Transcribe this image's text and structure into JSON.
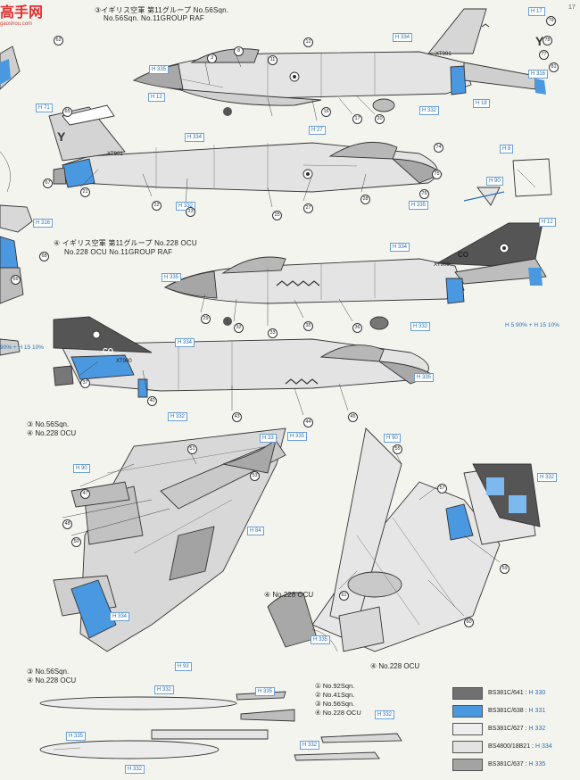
{
  "watermark": {
    "text": "高手网",
    "sub": "gaoshou.com"
  },
  "sections": {
    "s3_title_jp": "③イギリス空軍 第11グループ No.56Sqn.",
    "s3_title_en1": "No.56Sqn. No.11GROUP RAF",
    "s4_title_jp": "④ イギリス空軍 第11グループ No.228 OCU",
    "s4_title_en1": "No.228 OCU No.11GROUP RAF",
    "mid_label_1": "③ No.56Sqn.",
    "mid_label_2": "④ No.228 OCU",
    "bottom_label_1": "③ No.56Sqn.",
    "bottom_label_2": "④ No.228 OCU",
    "inset_label_1": "④ No.228 OCU",
    "inset_label_2": "④ No.228 OCU"
  },
  "serials": {
    "s3": "XT901",
    "s4": "XT900"
  },
  "tail_codes": {
    "s3": "Y",
    "s4": "CO"
  },
  "percent_note": "H 5 90% + H 15 10%",
  "percent_note_left": "90% + H 15 10%",
  "markers": [
    "① No.92Sqn.",
    "② No.41Sqn.",
    "③ No.56Sqn.",
    "④ No.228 OCU"
  ],
  "legend": [
    {
      "code": "BS381C/641",
      "h": "H 330",
      "color": "#707070"
    },
    {
      "code": "BS381C/638",
      "h": "H 331",
      "color": "#4a98e0"
    },
    {
      "code": "BS381C/627",
      "h": "H 332",
      "color": "#eeeeee"
    },
    {
      "code": "BS4800/18B21",
      "h": "H 334",
      "color": "#e3e3e3"
    },
    {
      "code": "BS381C/637",
      "h": "H 335",
      "color": "#a3a3a3"
    }
  ],
  "h_refs": {
    "h17": "H 17",
    "h334": "H 334",
    "h335": "H 335",
    "h332": "H 332",
    "h316": "H 316",
    "h12": "H 12",
    "h71": "H 71",
    "h18": "H 18",
    "h27": "H 27",
    "h8": "H 8",
    "h90": "H 90",
    "h33": "H 33",
    "h84": "H 84",
    "h93": "H 93",
    "h5": "H 5",
    "h15": "H 15"
  },
  "callouts": [
    "3",
    "8",
    "11",
    "12",
    "16",
    "17",
    "20",
    "21",
    "22",
    "23",
    "25",
    "27",
    "28",
    "29",
    "32",
    "33",
    "35",
    "36",
    "37",
    "40",
    "43",
    "44",
    "45",
    "47",
    "48",
    "50",
    "51",
    "53",
    "55",
    "57",
    "59",
    "60",
    "61",
    "62",
    "65",
    "67",
    "68",
    "69",
    "74",
    "75",
    "76",
    "77",
    "78",
    "79",
    "81"
  ]
}
